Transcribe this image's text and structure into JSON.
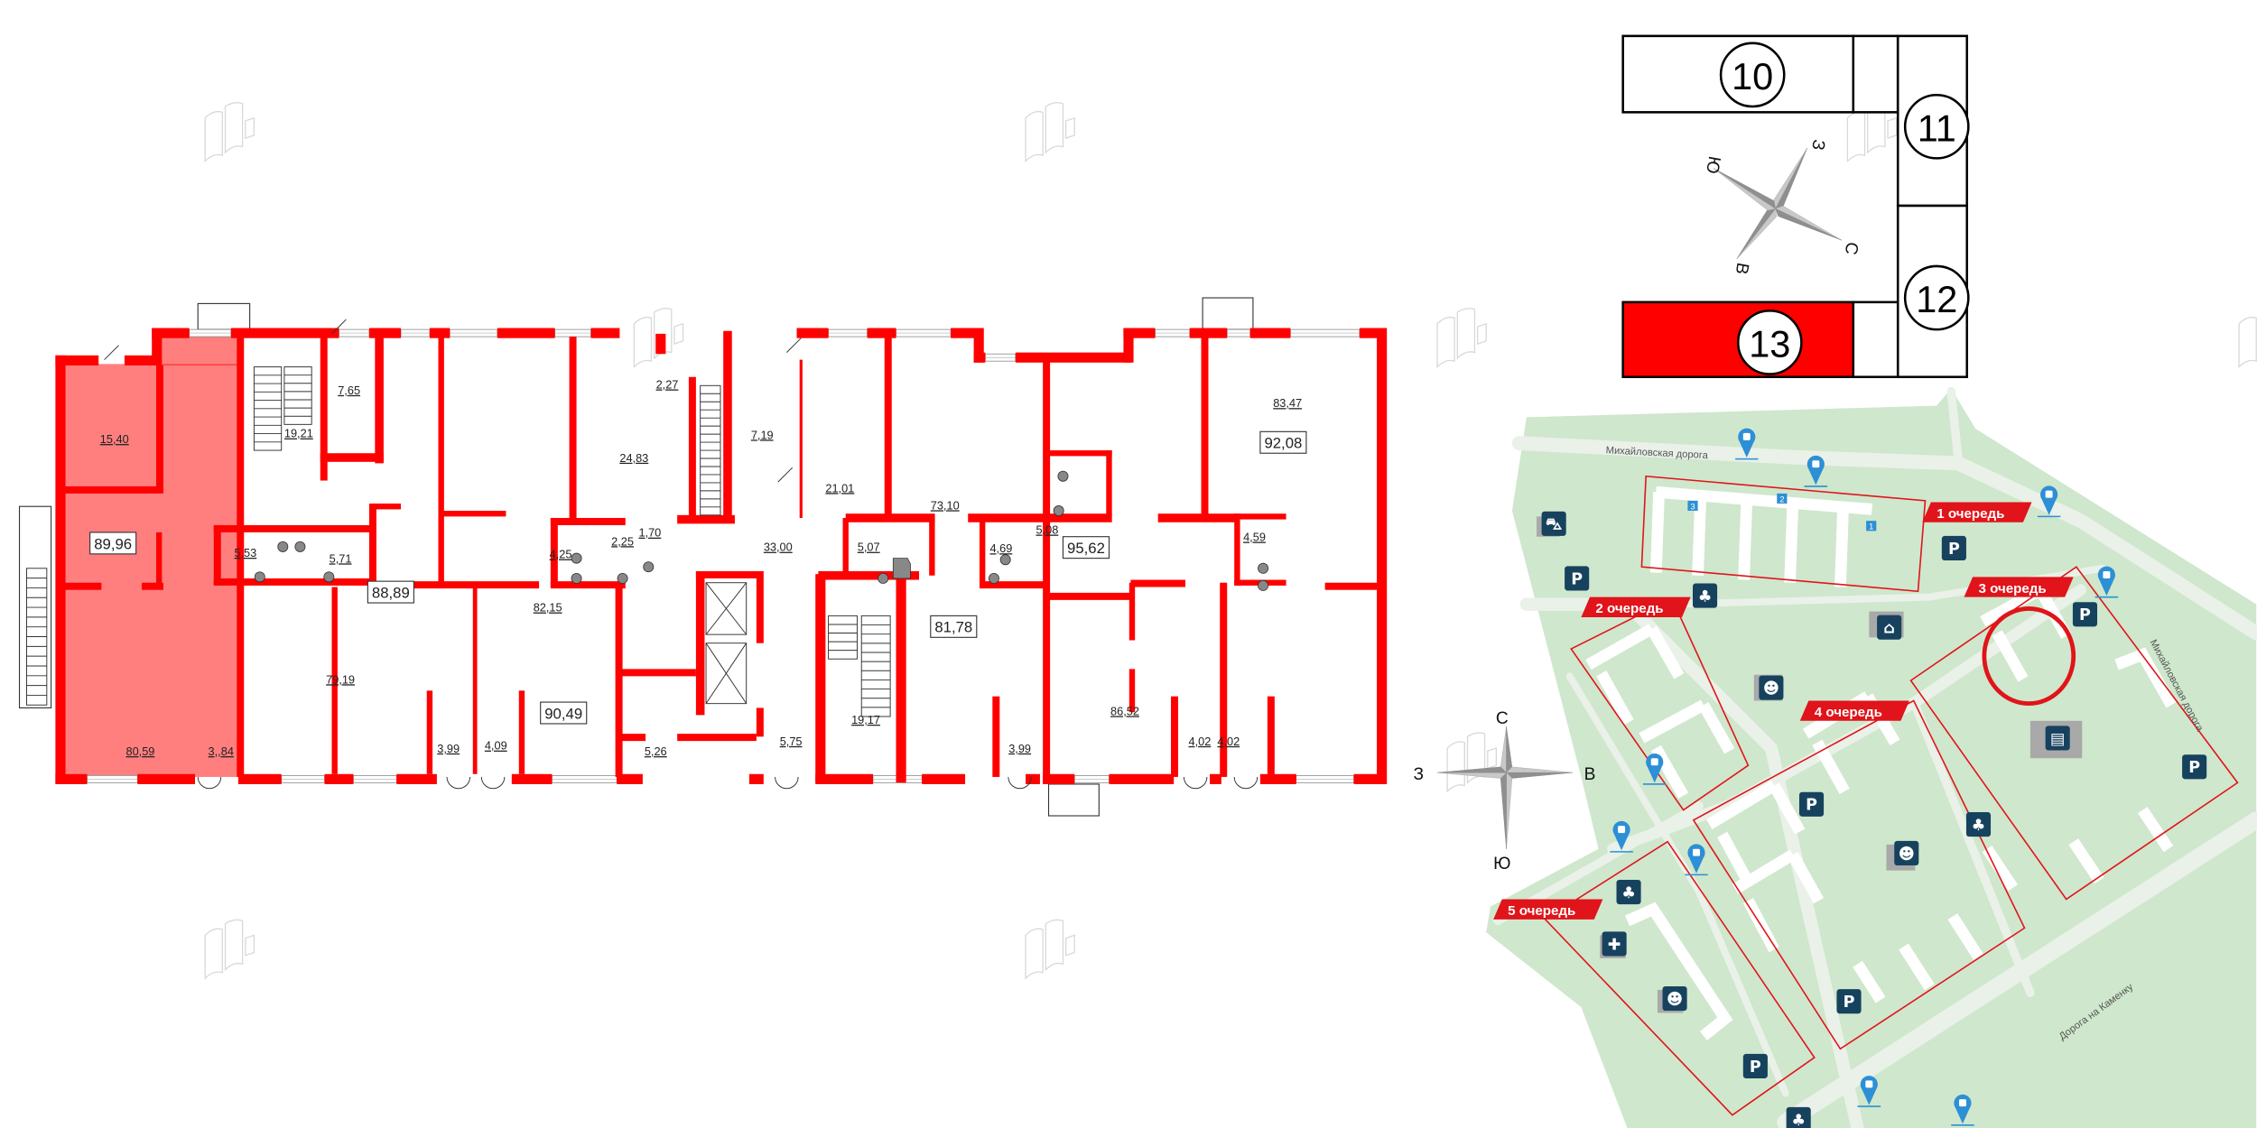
{
  "colors": {
    "wall": "#ff0000",
    "highlight": "#ff0000",
    "map_green": "#cfe7cc",
    "map_road": "#e9f1e8",
    "icon_bg": "#17425e",
    "bus_pin": "#2d8fd6",
    "label_bg": "#e0141a"
  },
  "plan": {
    "selected_room": "89,96",
    "rooms": [
      {
        "area": "15,40",
        "boxed": false
      },
      {
        "area": "89,96",
        "boxed": true
      },
      {
        "area": "80,59",
        "boxed": false
      },
      {
        "area": "5,53",
        "boxed": false
      },
      {
        "area": "3,,84",
        "boxed": false
      },
      {
        "area": "7,65",
        "boxed": false
      },
      {
        "area": "19,21",
        "boxed": false
      },
      {
        "area": "5,71",
        "boxed": false
      },
      {
        "area": "24,83",
        "boxed": false
      },
      {
        "area": "2,27",
        "boxed": false
      },
      {
        "area": "4,25",
        "boxed": false
      },
      {
        "area": "2,25",
        "boxed": false
      },
      {
        "area": "1,70",
        "boxed": false
      },
      {
        "area": "88,89",
        "boxed": true
      },
      {
        "area": "79,19",
        "boxed": false
      },
      {
        "area": "82,15",
        "boxed": false
      },
      {
        "area": "90,49",
        "boxed": true
      },
      {
        "area": "3,99",
        "boxed": false
      },
      {
        "area": "4,09",
        "boxed": false
      },
      {
        "area": "5,26",
        "boxed": false
      },
      {
        "area": "7,19",
        "boxed": false
      },
      {
        "area": "21,01",
        "boxed": false
      },
      {
        "area": "33,00",
        "boxed": false
      },
      {
        "area": "5,07",
        "boxed": false
      },
      {
        "area": "73,10",
        "boxed": false
      },
      {
        "area": "5,08",
        "boxed": false
      },
      {
        "area": "4,69",
        "boxed": false
      },
      {
        "area": "95,62",
        "boxed": true
      },
      {
        "area": "81,78",
        "boxed": true
      },
      {
        "area": "19,17",
        "boxed": false
      },
      {
        "area": "5,75",
        "boxed": false
      },
      {
        "area": "3,99",
        "boxed": false
      },
      {
        "area": "86,52",
        "boxed": false
      },
      {
        "area": "4,02",
        "boxed": false
      },
      {
        "area": "4,02",
        "boxed": false
      },
      {
        "area": "83,47",
        "boxed": false
      },
      {
        "area": "92,08",
        "boxed": true
      },
      {
        "area": "4,59",
        "boxed": false
      }
    ]
  },
  "scheme": {
    "sections": [
      "10",
      "11",
      "12",
      "13"
    ],
    "selected": "13",
    "compass": {
      "n": "С",
      "s": "Ю",
      "w": "З",
      "e": "В"
    }
  },
  "map": {
    "compass": {
      "n": "С",
      "s": "Ю",
      "w": "З",
      "e": "В"
    },
    "roads": {
      "top": "Михайловская дорога",
      "right": "Михайловская дорога",
      "bottom": "Дорога на Каменку"
    },
    "phases": [
      "1 очередь",
      "2 очередь",
      "3 очередь",
      "4 очередь",
      "5 очередь"
    ],
    "section_markers": [
      "3",
      "2",
      "1"
    ],
    "icons": {
      "parking": "P",
      "parking_icon": "parking-icon",
      "shop_icon": "shopping-bag-icon",
      "park_icon": "trees-icon",
      "sport_icon": "fitness-icon",
      "kindergarten_icon": "teddy-bear-icon",
      "school_icon": "book-icon",
      "clinic_icon": "medical-cross-icon",
      "bus_icon": "bus-stop-pin-icon"
    }
  }
}
